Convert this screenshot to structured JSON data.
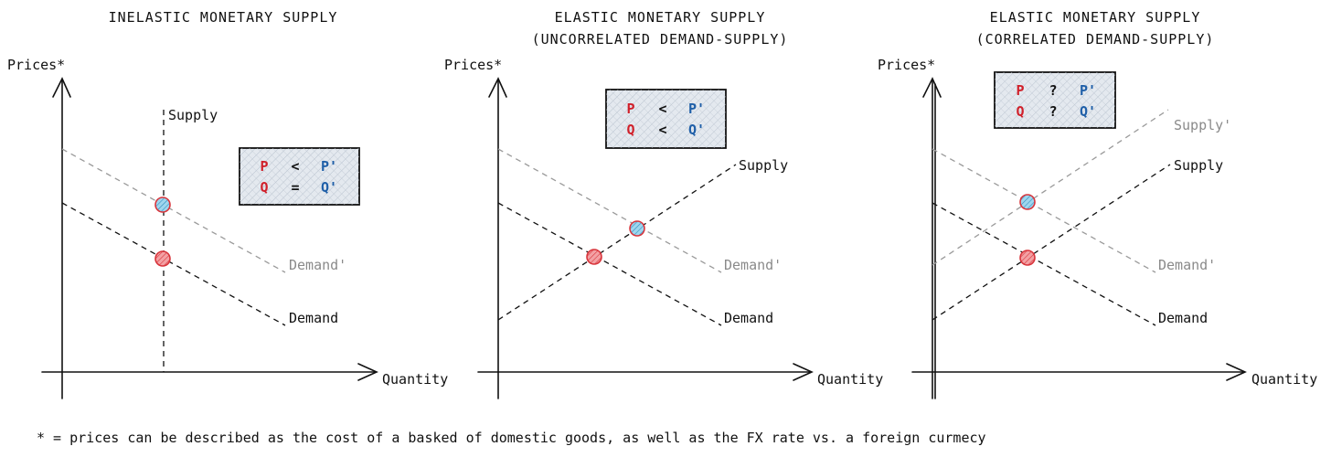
{
  "colors": {
    "ink": "#111111",
    "gray": "#9a9a9a",
    "p_red": "#d0202a",
    "q_red": "#d0202a",
    "p_blue": "#1f5fa8",
    "box_fill": "#dde3ea",
    "dot_red": "#e0484f",
    "dot_blue": "#3aa7d6"
  },
  "panels": [
    {
      "title_lines": [
        "INELASTIC MONETARY SUPPLY"
      ],
      "y_axis_label": "Prices*",
      "x_axis_label": "Quantity",
      "supply_label": "Supply",
      "supply2_label": "",
      "demand_label": "Demand",
      "demand2_label": "Demand'",
      "box": {
        "row1": [
          "P",
          "<",
          "P'"
        ],
        "row2": [
          "Q",
          "=",
          "Q'"
        ]
      }
    },
    {
      "title_lines": [
        "ELASTIC MONETARY SUPPLY",
        "(UNCORRELATED DEMAND-SUPPLY)"
      ],
      "y_axis_label": "Prices*",
      "x_axis_label": "Quantity",
      "supply_label": "Supply",
      "supply2_label": "",
      "demand_label": "Demand",
      "demand2_label": "Demand'",
      "box": {
        "row1": [
          "P",
          "<",
          "P'"
        ],
        "row2": [
          "Q",
          "<",
          "Q'"
        ]
      }
    },
    {
      "title_lines": [
        "ELASTIC MONETARY SUPPLY",
        "(CORRELATED DEMAND-SUPPLY)"
      ],
      "y_axis_label": "Prices*",
      "x_axis_label": "Quantity",
      "supply_label": "Supply",
      "supply2_label": "Supply'",
      "demand_label": "Demand",
      "demand2_label": "Demand'",
      "box": {
        "row1": [
          "P",
          "?",
          "P'"
        ],
        "row2": [
          "Q",
          "?",
          "Q'"
        ]
      }
    }
  ],
  "footnote": "* = prices can be described as the cost of a basked of domestic goods, as well as the FX rate vs. a foreign curmecy"
}
